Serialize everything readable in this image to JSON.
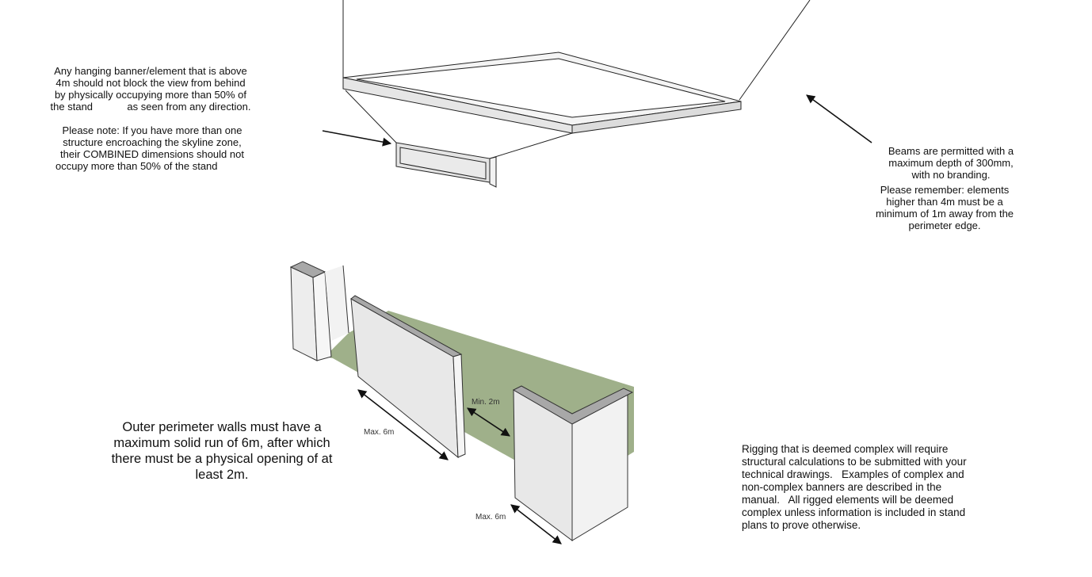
{
  "notes": {
    "hanging_banner": [
      "Any hanging banner/element that is above",
      "4m should not block the view from behind",
      "by physically occupying more than 50% of",
      "the stand            as seen from any direction."
    ],
    "combined_note": [
      "Please note: If you have more than one",
      "structure encroaching the skyline zone,",
      "their COMBINED dimensions should not",
      "occupy more than 50% of the stand"
    ],
    "beams": [
      "Beams are permitted with a",
      "maximum depth of 300mm,",
      "with no branding."
    ],
    "remember": [
      "Please remember: elements",
      "higher than 4m must be a",
      "minimum of 1m away from the",
      "perimeter edge."
    ],
    "perimeter": [
      "Outer perimeter walls must have a",
      "maximum solid run of 6m, after which",
      "there must be a physical opening of at",
      "least 2m."
    ],
    "rigging": [
      "Rigging that is deemed complex will require",
      "structural calculations to be submitted with your",
      "technical drawings.   Examples of complex and",
      "non-complex banners are described in the",
      "manual.   All rigged elements will be deemed",
      "complex unless information is included in stand",
      "plans to prove otherwise."
    ]
  },
  "dimensions": {
    "max_run_1": "Max. 6m",
    "min_gap": "Min. 2m",
    "max_run_2": "Max. 6m"
  },
  "colors": {
    "floor": "#9fb08a",
    "wall": "#e8e8e8",
    "wall_top": "#a8a8a8"
  }
}
